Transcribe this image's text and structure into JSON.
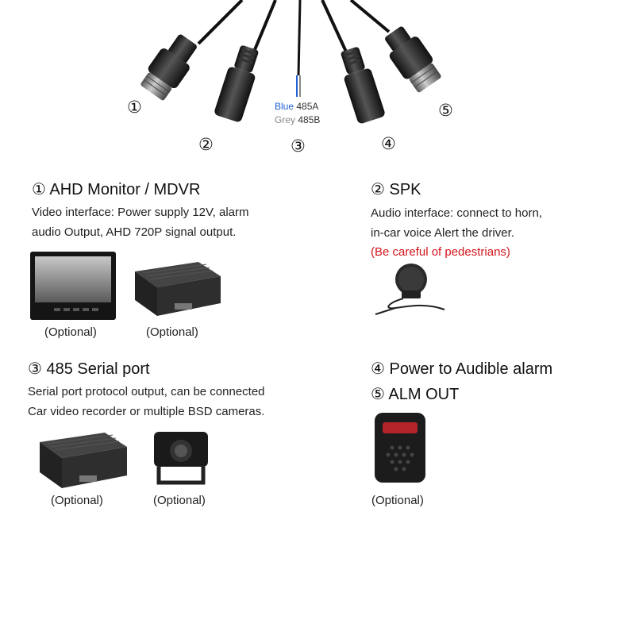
{
  "cable": {
    "markers": [
      "①",
      "②",
      "③",
      "④",
      "⑤"
    ],
    "wire_labels": [
      {
        "color_name": "Blue",
        "signal": "485A",
        "color": "#1f5fd6"
      },
      {
        "color_name": "Grey",
        "signal": "485B",
        "color": "#888888"
      }
    ]
  },
  "sections": {
    "ahd": {
      "title": "① AHD Monitor / MDVR",
      "lines": [
        "Video interface: Power supply 12V, alarm",
        "audio Output, AHD 720P signal output."
      ],
      "optional_labels": [
        "(Optional)",
        "(Optional)"
      ]
    },
    "spk": {
      "title": "② SPK",
      "lines": [
        "Audio interface: connect to horn,",
        "in-car voice Alert the driver."
      ],
      "warning": "(Be careful of pedestrians)"
    },
    "serial": {
      "title": "③ 485 Serial port",
      "lines": [
        "Serial port protocol output, can be connected",
        "Car video recorder or multiple BSD cameras."
      ],
      "optional_labels": [
        "(Optional)",
        "(Optional)"
      ]
    },
    "alarm": {
      "title_power": "④ Power to Audible alarm",
      "title_alm": "⑤ ALM OUT",
      "optional_label": "(Optional)"
    }
  },
  "colors": {
    "warning": "#d4141b",
    "wire_blue": "#1f5fd6",
    "wire_grey": "#888888"
  }
}
